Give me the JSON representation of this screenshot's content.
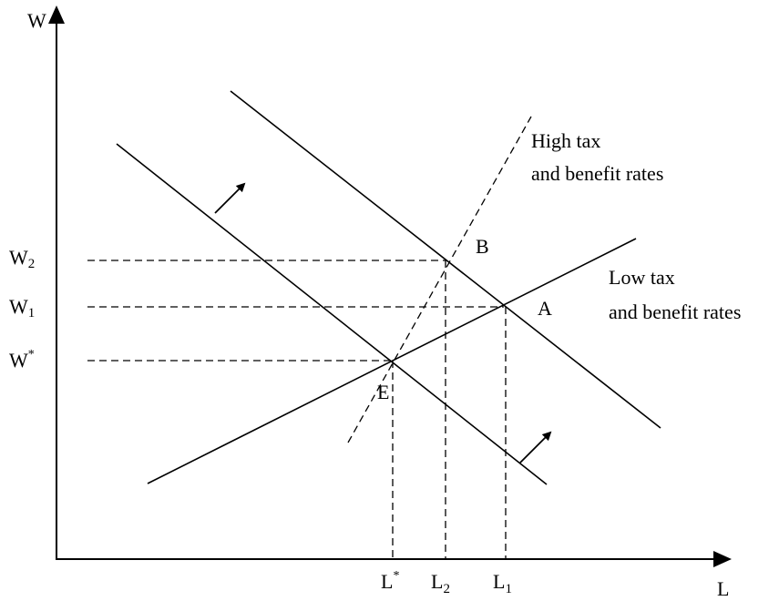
{
  "axes": {
    "y_label": "W",
    "x_label": "L"
  },
  "wage_levels": {
    "w2": {
      "base": "W",
      "sub": "2"
    },
    "w1": {
      "base": "W",
      "sub": "1"
    },
    "wstar": {
      "base": "W",
      "sup": "*"
    }
  },
  "employment_levels": {
    "lstar": {
      "base": "L",
      "sup": "*"
    },
    "l2": {
      "base": "L",
      "sub": "2"
    },
    "l1": {
      "base": "L",
      "sub": "1"
    }
  },
  "points": {
    "a": "A",
    "b": "B",
    "e": "E"
  },
  "curve_labels": {
    "high_line1": "High tax",
    "high_line2": "and benefit rates",
    "low_line1": "Low tax",
    "low_line2": "and benefit rates"
  }
}
